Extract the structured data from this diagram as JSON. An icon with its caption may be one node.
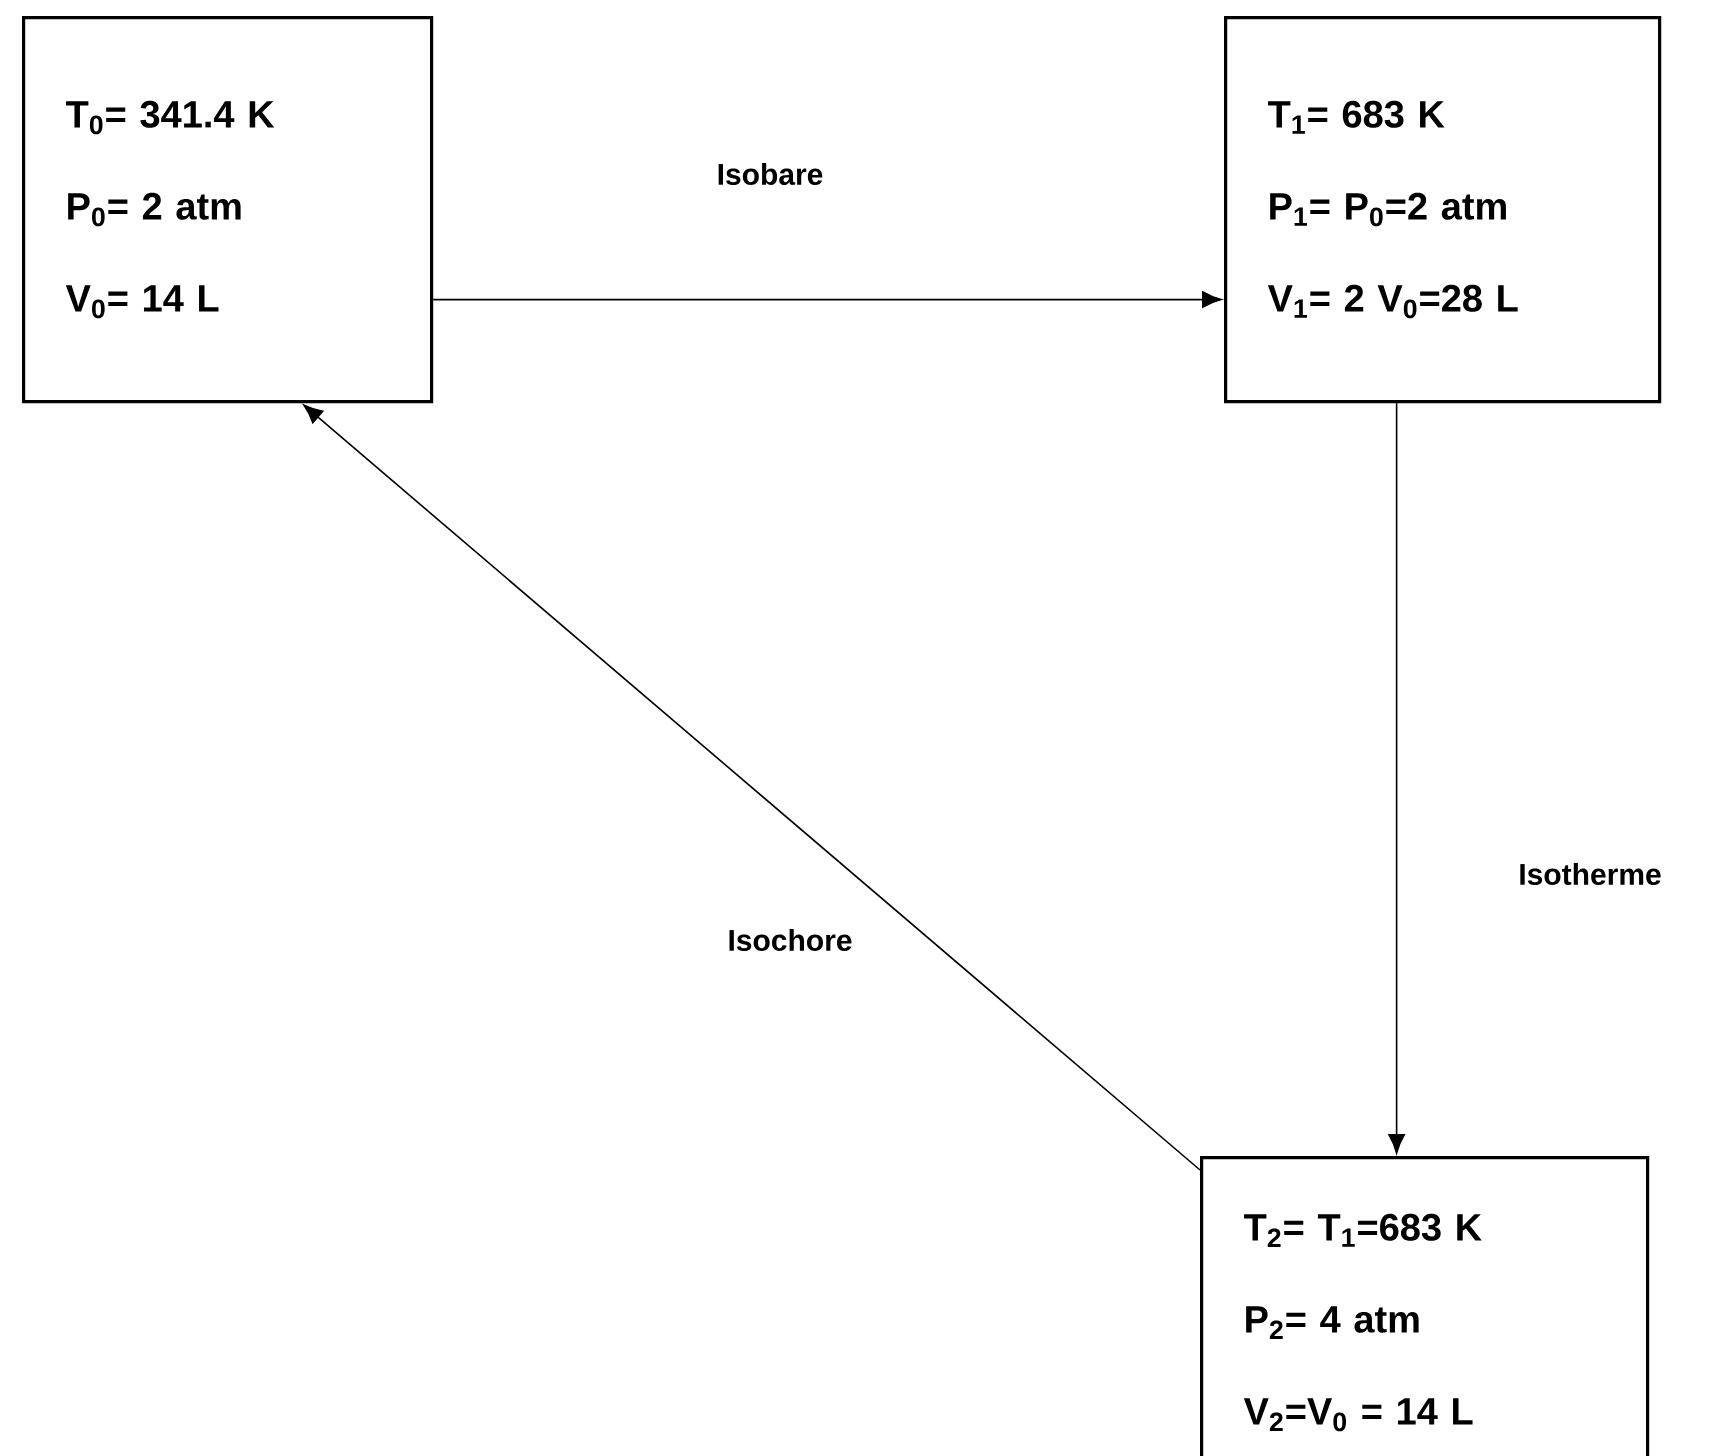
{
  "diagram": {
    "nodes": [
      {
        "text": [
          "T$_{0}$= 341.4 K",
          "P$_{0}$= 2 atm",
          "V$_{0}$= 14 L"
        ]
      },
      {
        "text": [
          "T$_{1}$=  683 K",
          "P$_{1}$= P$_{0}$=2 atm",
          "V$_{1}$= 2 V$_{0}$=28 L"
        ]
      },
      {
        "text": [
          "T$_{2}$= T$_{1}$=683 K",
          "P$_{2}$= 4 atm",
          "V$_{2}$=V$_{0}$ = 14 L"
        ]
      }
    ],
    "edges": [
      {
        "from": 0,
        "to": 1,
        "arrow": "to",
        "label": "Isobare"
      },
      {
        "from": 1,
        "to": 2,
        "arrow": "to",
        "label": "Isotherme"
      },
      {
        "from": 2,
        "to": 0,
        "arrow": "to",
        "label": "Isochore"
      }
    ]
  }
}
